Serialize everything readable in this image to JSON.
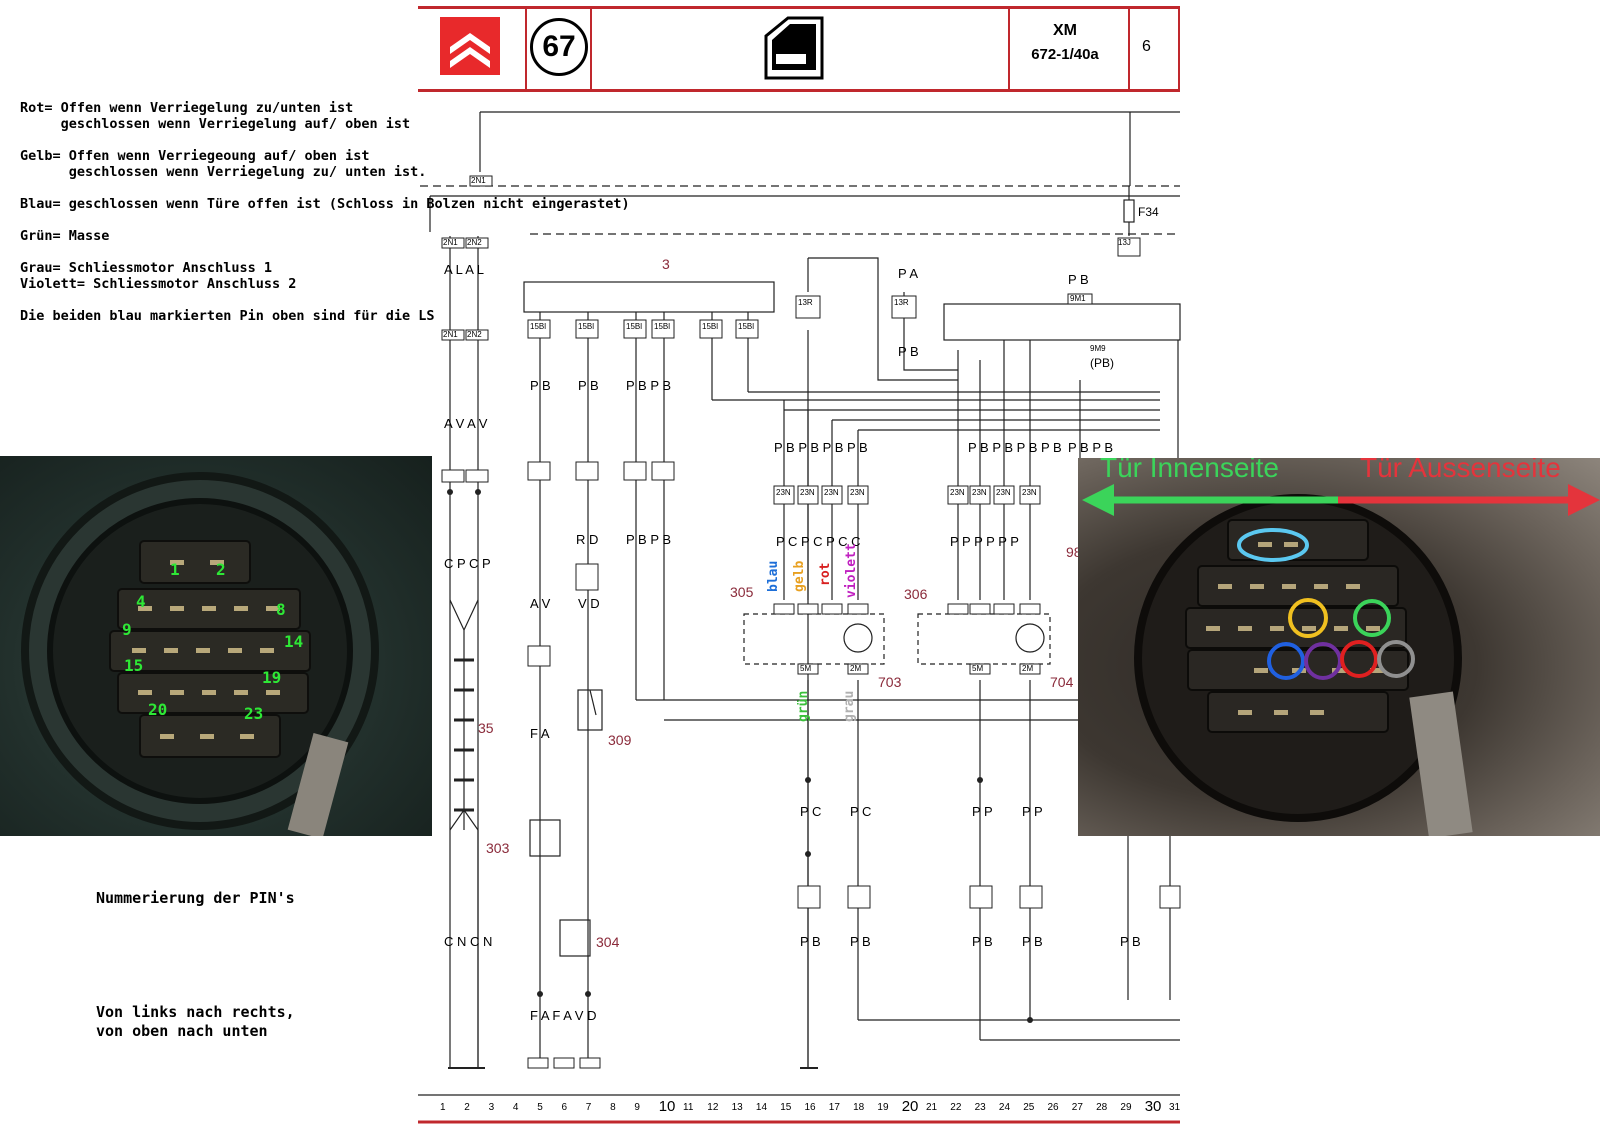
{
  "header": {
    "chapter": "67",
    "model": "XM",
    "reference": "672-1/40a",
    "page": "6"
  },
  "notes": [
    {
      "color": "Rot",
      "text": "Rot= Offen wenn Verriegelung zu/unten ist\n     geschlossen wenn Verriegelung auf/ oben ist"
    },
    {
      "color": "Gelb",
      "text": "Gelb= Offen wenn Verriegeoung auf/ oben ist\n      geschlossen wenn Verriegelung zu/ unten ist."
    },
    {
      "color": "Blau",
      "text": "Blau= geschlossen wenn Türe offen ist (Schloss in Bolzen nicht eingerastet)"
    },
    {
      "color": "Grün",
      "text": "Grün= Masse"
    },
    {
      "color": "Grau",
      "text": "Grau= Schliessmotor Anschluss 1\nViolett= Schliessmotor Anschluss 2"
    },
    {
      "color": "none",
      "text": "Die beiden blau markierten Pin oben sind für die LS"
    }
  ],
  "caption": {
    "title": "Nummerierung der PIN's",
    "body": "Von links nach rechts,\nvon oben nach unten"
  },
  "left_photo": {
    "pins": [
      "1",
      "2",
      "4",
      "8",
      "9",
      "14",
      "15",
      "19",
      "20",
      "23"
    ]
  },
  "right_photo": {
    "inside_label": "Tür Innenseite",
    "outside_label": "Tür Aussenseite",
    "inside_color": "#3bd45a",
    "outside_color": "#e4343c",
    "marker_colors": [
      "#5bc8f0",
      "#f0c020",
      "#3bd45a",
      "#2060e0",
      "#7030a0",
      "#e02020",
      "#909090"
    ]
  },
  "diagram": {
    "fuse": "F34",
    "connectors": {
      "c2n1": "2N1",
      "c2n2": "2N2",
      "c13j": "13J",
      "c9m1": "9M1",
      "c9m9": "9M9",
      "pb": "(PB)",
      "c13r_a5": "13R",
      "c13r_b5": "13R",
      "c15bl": "15Bl",
      "c23n": "23N",
      "c5m": "5M",
      "c2m": "2M"
    },
    "components": {
      "c3": "3",
      "c35": "35",
      "c303": "303",
      "c304": "304",
      "c305": "305",
      "c306": "306",
      "c309": "309",
      "c703": "703",
      "c704": "704",
      "c98": "98"
    },
    "wire_colors": {
      "blau": "blau",
      "gelb": "gelb",
      "rot": "rot",
      "violett": "violett",
      "grun": "grün",
      "grau": "grau"
    },
    "wire_label_colors": {
      "blau": "#1e6fd8",
      "gelb": "#e8a020",
      "rot": "#d82020",
      "violett": "#c020c0",
      "grun": "#3ac03a",
      "grau": "#b0b0b0"
    },
    "pin_rows": {
      "alal": "A L A L",
      "avav": "A V A V",
      "cpcp": "C P C P",
      "cncn": "C N C N",
      "pb": "P B",
      "pbpb": "P B P B",
      "rd": "R D",
      "av": "A V",
      "vd": "V D",
      "fa": "F A",
      "fafavd": "F A F A V D",
      "pbpbpbpb": "P B P B P B P B",
      "pcpcpcc": "P C P C P C C",
      "pppppp": "P P P P P P",
      "pc": "P C",
      "pp": "P P",
      "pa": "P A"
    },
    "axis": [
      "1",
      "2",
      "3",
      "4",
      "5",
      "6",
      "7",
      "8",
      "9",
      "10",
      "11",
      "12",
      "13",
      "14",
      "15",
      "16",
      "17",
      "18",
      "19",
      "20",
      "21",
      "22",
      "23",
      "24",
      "25",
      "26",
      "27",
      "28",
      "29",
      "30",
      "31"
    ]
  },
  "colors": {
    "accent": "#c0282d",
    "logo": "#e8292b",
    "component_label": "#8a2a3a"
  }
}
